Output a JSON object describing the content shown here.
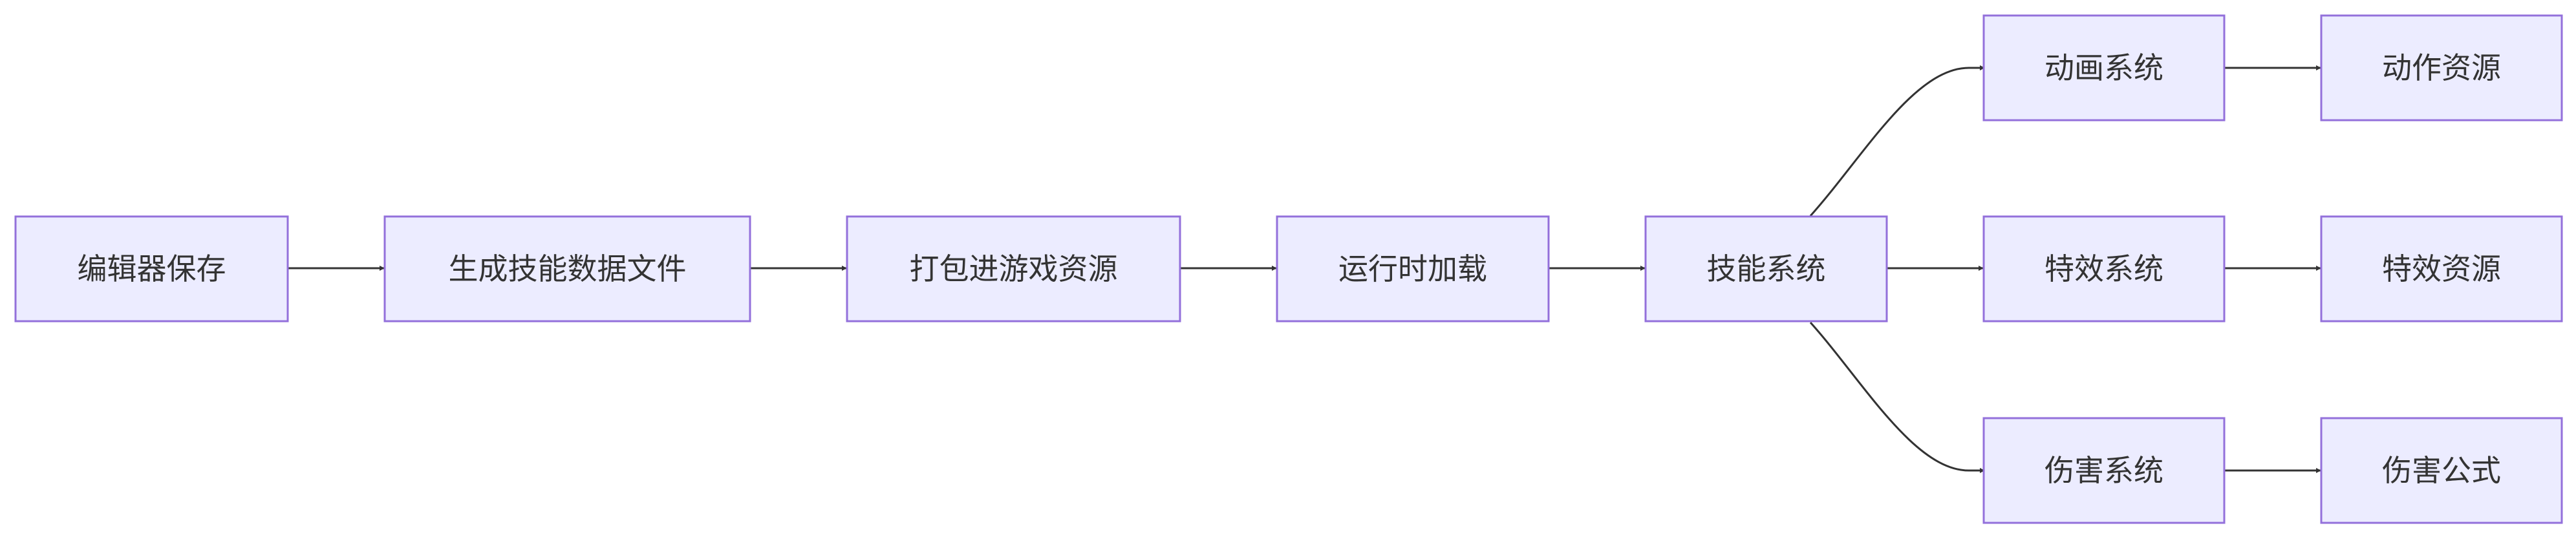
{
  "diagram": {
    "type": "flowchart",
    "direction": "LR",
    "colors": {
      "node_fill": "#ececff",
      "node_stroke": "#9370db",
      "text": "#333333",
      "edge": "#333333",
      "background": "#ffffff"
    },
    "nodes": [
      {
        "id": "editor_save",
        "label": "编辑器保存"
      },
      {
        "id": "gen_skill_data",
        "label": "生成技能数据文件"
      },
      {
        "id": "pack_resources",
        "label": "打包进游戏资源"
      },
      {
        "id": "runtime_load",
        "label": "运行时加载"
      },
      {
        "id": "skill_system",
        "label": "技能系统"
      },
      {
        "id": "anim_system",
        "label": "动画系统"
      },
      {
        "id": "fx_system",
        "label": "特效系统"
      },
      {
        "id": "damage_system",
        "label": "伤害系统"
      },
      {
        "id": "action_assets",
        "label": "动作资源"
      },
      {
        "id": "fx_assets",
        "label": "特效资源"
      },
      {
        "id": "damage_formula",
        "label": "伤害公式"
      }
    ],
    "edges": [
      {
        "from": "editor_save",
        "to": "gen_skill_data"
      },
      {
        "from": "gen_skill_data",
        "to": "pack_resources"
      },
      {
        "from": "pack_resources",
        "to": "runtime_load"
      },
      {
        "from": "runtime_load",
        "to": "skill_system"
      },
      {
        "from": "skill_system",
        "to": "anim_system"
      },
      {
        "from": "skill_system",
        "to": "fx_system"
      },
      {
        "from": "skill_system",
        "to": "damage_system"
      },
      {
        "from": "anim_system",
        "to": "action_assets"
      },
      {
        "from": "fx_system",
        "to": "fx_assets"
      },
      {
        "from": "damage_system",
        "to": "damage_formula"
      }
    ]
  }
}
